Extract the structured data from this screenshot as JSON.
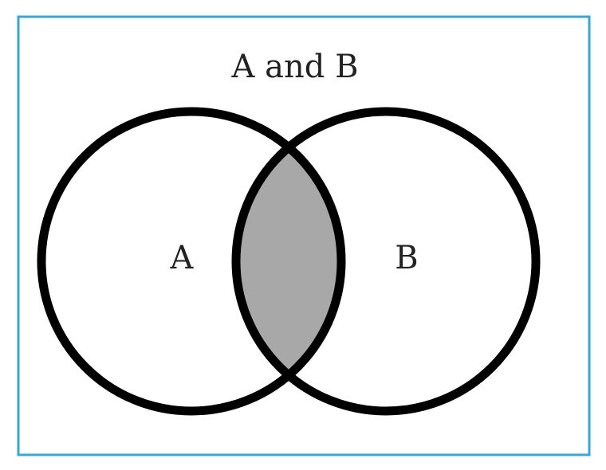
{
  "title": "A and B",
  "sets": [
    {
      "label": "A"
    },
    {
      "label": "B"
    }
  ],
  "highlight": "A∩B",
  "colors": {
    "frame": "#3aa6d6",
    "outline": "#000000",
    "shade": "#a8a8a8",
    "background": "#ffffff",
    "text": "#222222"
  }
}
